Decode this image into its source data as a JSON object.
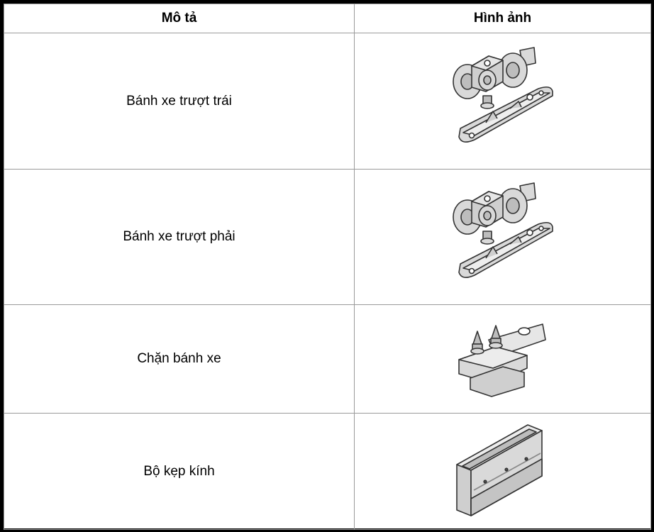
{
  "table": {
    "headers": [
      "Mô tả",
      "Hình ảnh"
    ],
    "rows": [
      {
        "description": "Bánh xe trượt trái",
        "image_icon": "left-sliding-roller-icon"
      },
      {
        "description": "Bánh xe trượt phải",
        "image_icon": "right-sliding-roller-icon"
      },
      {
        "description": "Chặn bánh xe",
        "image_icon": "roller-stopper-icon"
      },
      {
        "description": "Bộ kẹp kính",
        "image_icon": "glass-clamp-icon"
      }
    ]
  },
  "colors": {
    "border": "#9a9a9a",
    "frame": "#000000",
    "part_fill": "#d9d9d9",
    "part_stroke": "#333333"
  }
}
